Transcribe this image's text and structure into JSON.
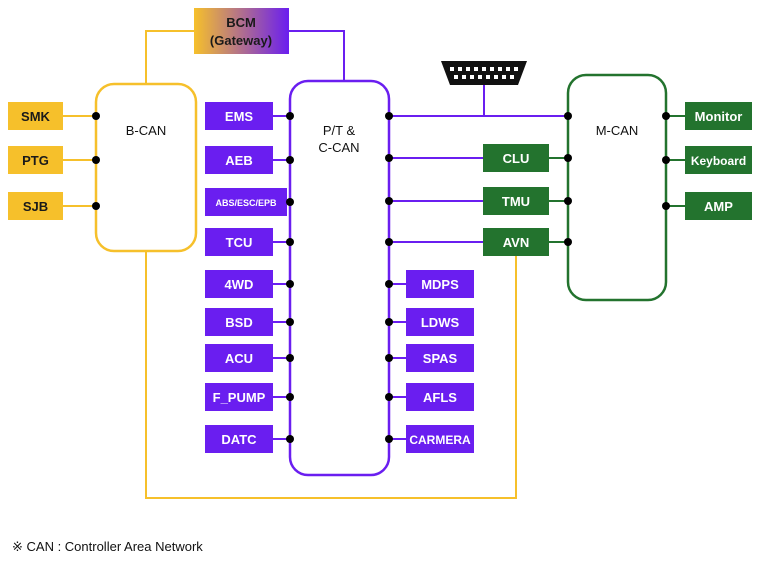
{
  "colors": {
    "b_can": "#f6c02b",
    "pt_can": "#6a1ef0",
    "m_can": "#23732e",
    "dot": "#000000"
  },
  "gateway": {
    "line1": "BCM",
    "line2": "(Gateway)"
  },
  "buses": {
    "b_can": "B-CAN",
    "pt_can_line1": "P/T &",
    "pt_can_line2": "C-CAN",
    "m_can": "M-CAN"
  },
  "b_can_nodes": [
    "SMK",
    "PTG",
    "SJB"
  ],
  "pt_left_nodes": [
    "EMS",
    "AEB",
    "ABS/ESC/EPB",
    "TCU",
    "4WD",
    "BSD",
    "ACU",
    "F_PUMP",
    "DATC"
  ],
  "pt_right_nodes": [
    "MDPS",
    "LDWS",
    "SPAS",
    "AFLS",
    "CARMERA"
  ],
  "bridge_nodes": [
    "CLU",
    "TMU",
    "AVN"
  ],
  "m_can_nodes": [
    "Monitor",
    "Keyboard",
    "AMP"
  ],
  "connector_icon": "obd-connector-icon",
  "footnote": "※ CAN : Controller Area Network"
}
